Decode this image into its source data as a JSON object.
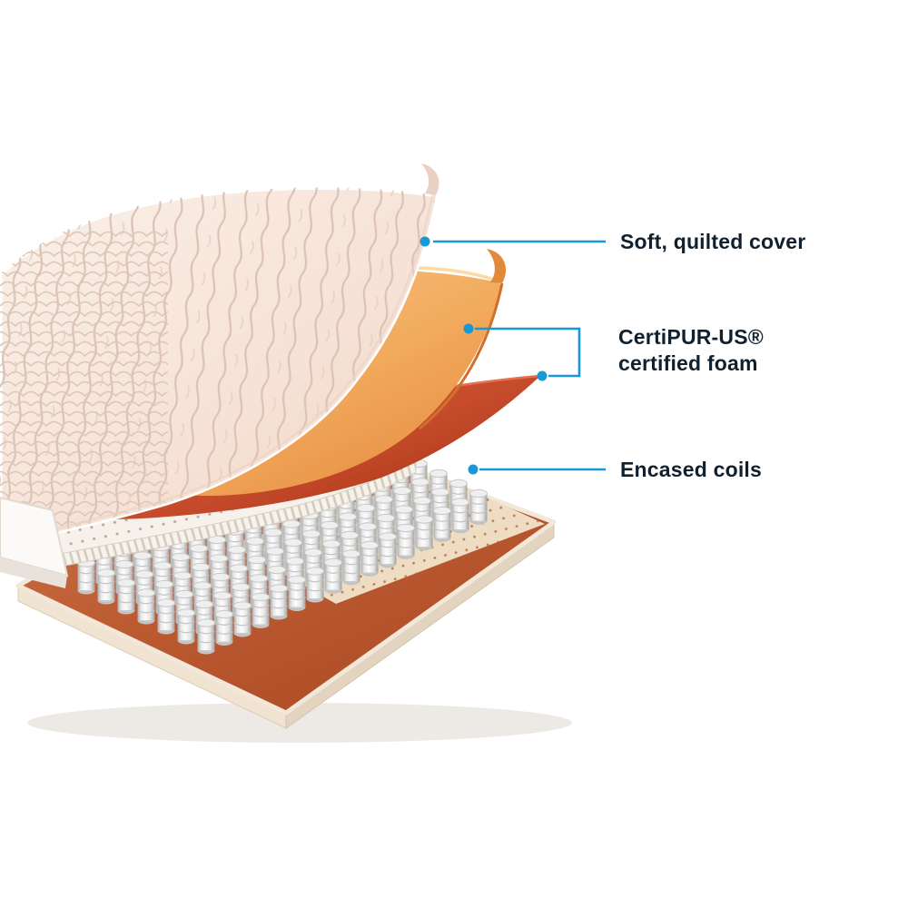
{
  "page": {
    "background_color": "#ffffff"
  },
  "diagram": {
    "subject": "Mattress layer cross-section diagram",
    "callouts": {
      "quilted_cover": {
        "label": "Soft, quilted cover"
      },
      "certified_foam": {
        "label_line1": "CertiPUR-US®",
        "label_line2": "certified foam"
      },
      "encased_coils": {
        "label": "Encased coils"
      }
    },
    "colors": {
      "callout_accent": "#1a97d5",
      "label_text": "#10202f",
      "quilted_cover_pink": "#f6e3d8",
      "foam_orange": "#eda055",
      "foam_red": "#c64c2c",
      "base_terracotta": "#bd5c33",
      "base_dotted_cream": "#eedcc3",
      "coil_white": "#f0f0f0"
    }
  }
}
